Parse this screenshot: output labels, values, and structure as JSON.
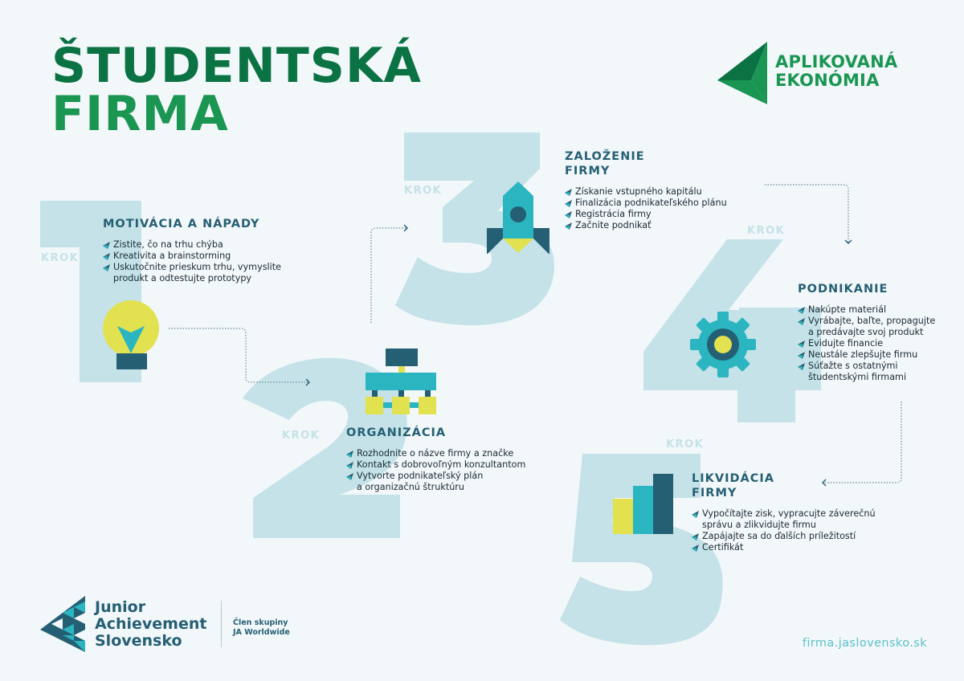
{
  "header": {
    "title_line1": "ŠTUDENTSKÁ",
    "title_line2": "FIRMA",
    "brand_line1": "APLIKOVANÁ",
    "brand_line2": "EKONÓMIA"
  },
  "steps": [
    {
      "number": "1",
      "krok": "KROK",
      "title": "MOTIVÁCIA A NÁPADY",
      "icon": "lightbulb-icon",
      "bullets": [
        {
          "line1": "Zistite, čo na trhu chýba"
        },
        {
          "line1": "Kreativita a brainstorming"
        },
        {
          "line1": "Uskutočnite prieskum trhu, vymyslite",
          "line2": "produkt a odtestujte prototypy"
        }
      ]
    },
    {
      "number": "2",
      "krok": "KROK",
      "title": "ORGANIZÁCIA",
      "icon": "org-chart-icon",
      "bullets": [
        {
          "line1": "Rozhodnite o názve firmy a značke"
        },
        {
          "line1": "Kontakt s dobrovoľným konzultantom"
        },
        {
          "line1": "Vytvorte podnikateľský plán",
          "line2": "a organizačnú štruktúru"
        }
      ]
    },
    {
      "number": "3",
      "krok": "KROK",
      "title_line1": "ZALOŽENIE",
      "title_line2": "FIRMY",
      "icon": "rocket-icon",
      "bullets": [
        {
          "line1": "Získanie vstupného kapitálu"
        },
        {
          "line1": "Finalizácia podnikateľského plánu"
        },
        {
          "line1": "Registrácia firmy"
        },
        {
          "line1": "Začnite podnikať"
        }
      ]
    },
    {
      "number": "4",
      "krok": "KROK",
      "title": "PODNIKANIE",
      "icon": "gear-icon",
      "bullets": [
        {
          "line1": "Nakúpte materiál"
        },
        {
          "line1": "Vyrábajte, baľte, propagujte",
          "line2": "a predávajte svoj produkt"
        },
        {
          "line1": "Evidujte financie"
        },
        {
          "line1": "Neustále zlepšujte firmu"
        },
        {
          "line1": "Súťažte s ostatnými",
          "line2": "študentskými firmami"
        }
      ]
    },
    {
      "number": "5",
      "krok": "KROK",
      "title_line1": "LIKVIDÁCIA",
      "title_line2": "FIRMY",
      "icon": "bar-chart-icon",
      "bullets": [
        {
          "line1": "Vypočítajte zisk, vypracujte záverečnú",
          "line2": "správu a zlikvidujte firmu"
        },
        {
          "line1": "Zapájajte sa do ďalších príležitostí"
        },
        {
          "line1": "Certifikát"
        }
      ]
    }
  ],
  "footer": {
    "org_line1": "Junior",
    "org_line2": "Achievement",
    "org_line3": "Slovensko",
    "member_line1": "Člen skupiny",
    "member_line2": "JA Worldwide",
    "website": "firma.jaslovensko.sk"
  },
  "colors": {
    "background": "#f2f7fa",
    "title_dark_green": "#0b7343",
    "title_green": "#1a9652",
    "number_fill": "#c4e2e8",
    "step_title": "#255f73",
    "teal": "#2bb5c1",
    "navy": "#255f73",
    "yellow": "#e2e14f",
    "link": "#5bc0c9"
  }
}
